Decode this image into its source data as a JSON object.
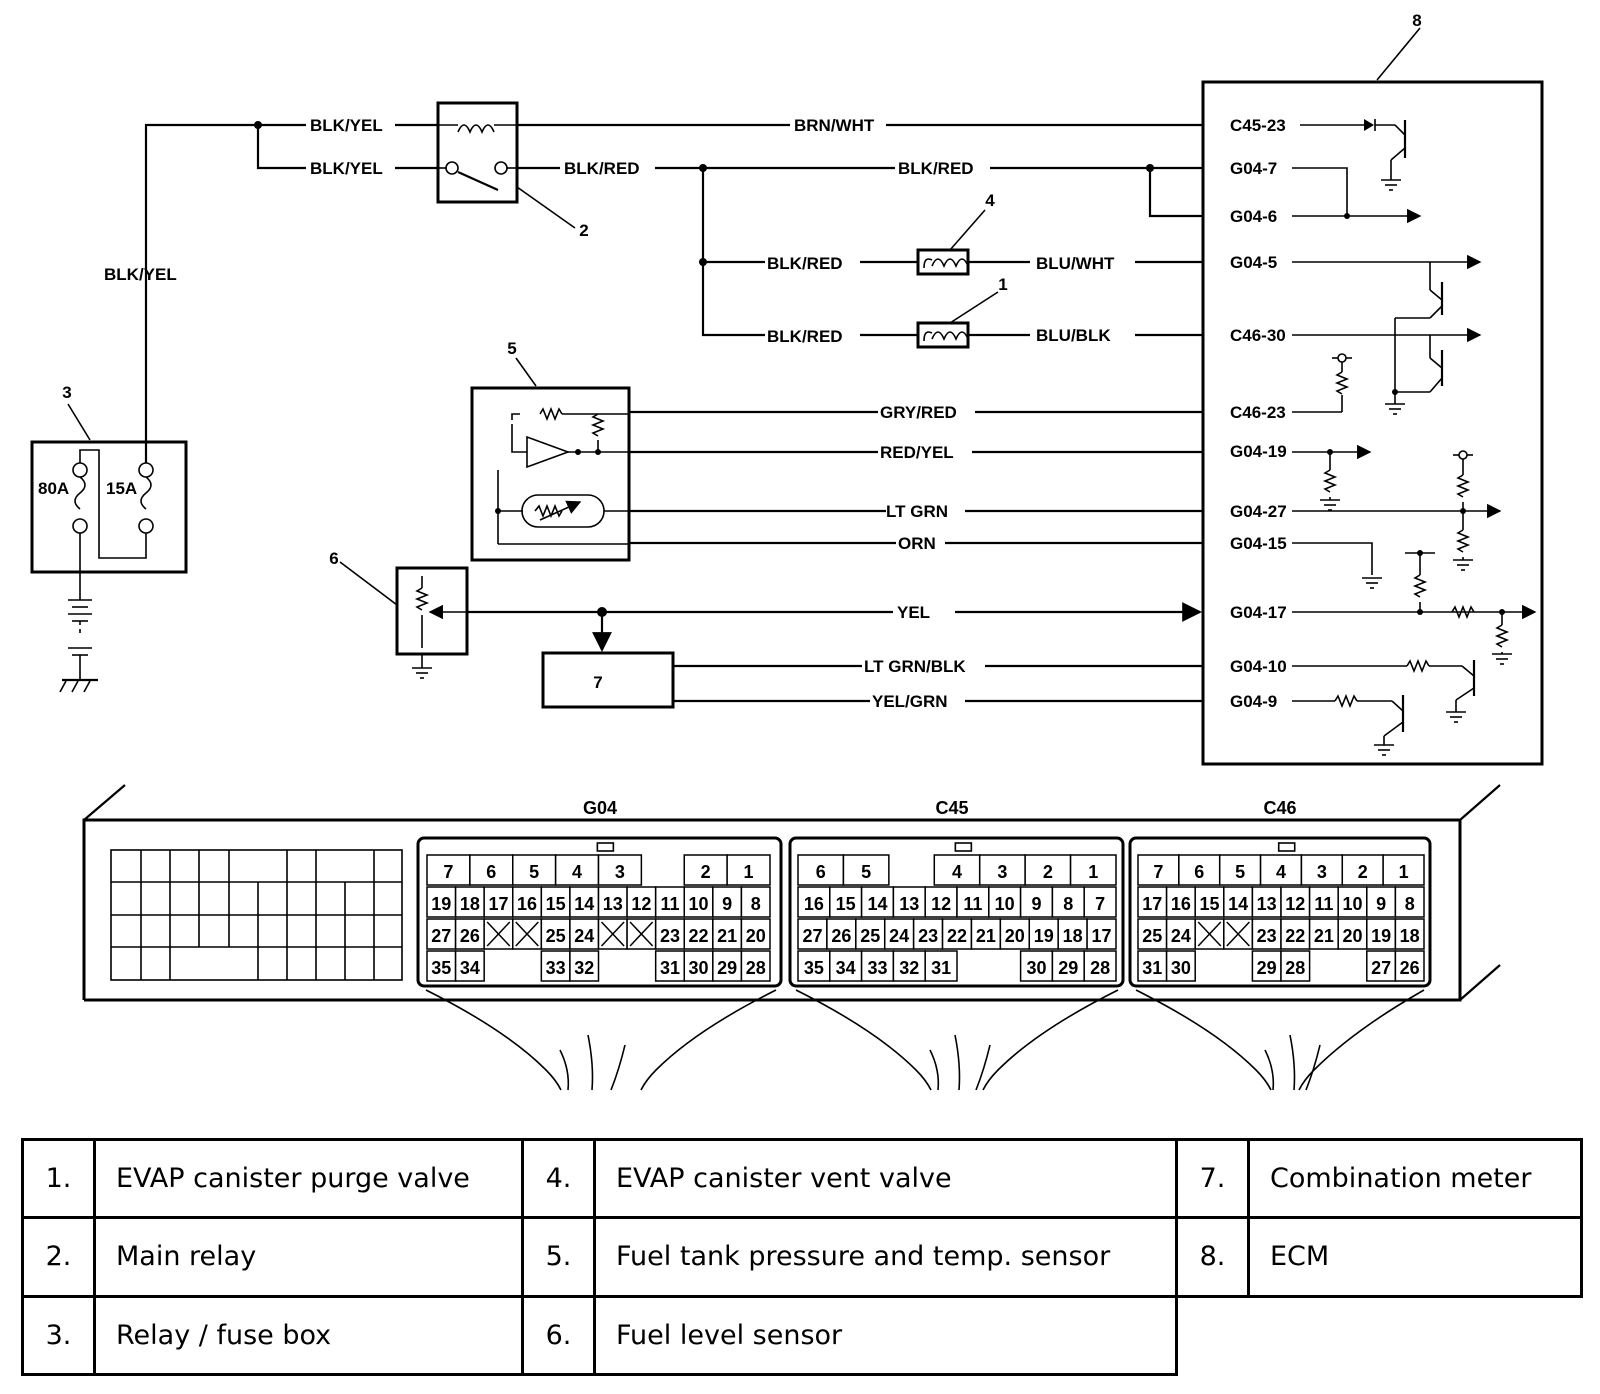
{
  "components": {
    "c1": "1",
    "c2": "2",
    "c3": "3",
    "c4": "4",
    "c5": "5",
    "c6": "6",
    "c7": "7",
    "c8": "8"
  },
  "fuses": {
    "f80": "80A",
    "f15": "15A"
  },
  "wires": {
    "blk_yel_top": "BLK/YEL",
    "blk_yel_mid": "BLK/YEL",
    "blk_yel_vert": "BLK/YEL",
    "brn_wht": "BRN/WHT",
    "blk_red_relay": "BLK/RED",
    "blk_red_main": "BLK/RED",
    "blk_red_vent": "BLK/RED",
    "blk_red_purge": "BLK/RED",
    "blu_wht": "BLU/WHT",
    "blu_blk": "BLU/BLK",
    "gry_red": "GRY/RED",
    "red_yel": "RED/YEL",
    "lt_grn": "LT GRN",
    "orn": "ORN",
    "yel": "YEL",
    "lt_grn_blk": "LT GRN/BLK",
    "yel_grn": "YEL/GRN"
  },
  "ecm_pins": [
    "C45-23",
    "G04-7",
    "G04-6",
    "G04-5",
    "C46-30",
    "C46-23",
    "G04-19",
    "G04-27",
    "G04-15",
    "G04-17",
    "G04-10",
    "G04-9"
  ],
  "connectors": {
    "g04": {
      "name": "G04",
      "row1": [
        "7",
        "6",
        "5",
        "4",
        "3",
        "",
        "2",
        "1"
      ],
      "row2": [
        "19",
        "18",
        "17",
        "16",
        "15",
        "14",
        "13",
        "12",
        "11",
        "10",
        "9",
        "8"
      ],
      "row3": [
        "27",
        "26",
        "X",
        "X",
        "25",
        "24",
        "X",
        "X",
        "23",
        "22",
        "21",
        "20"
      ],
      "row4": [
        "35",
        "34",
        "",
        "",
        "33",
        "32",
        "",
        "",
        "31",
        "30",
        "29",
        "28"
      ]
    },
    "c45": {
      "name": "C45",
      "row1": [
        "6",
        "5",
        "",
        "4",
        "3",
        "2",
        "1"
      ],
      "row2": [
        "16",
        "15",
        "14",
        "13",
        "12",
        "11",
        "10",
        "9",
        "8",
        "7"
      ],
      "row3": [
        "27",
        "26",
        "25",
        "24",
        "23",
        "22",
        "21",
        "20",
        "19",
        "18",
        "17"
      ],
      "row4": [
        "35",
        "34",
        "33",
        "32",
        "31",
        "",
        "",
        "30",
        "29",
        "28"
      ]
    },
    "c46": {
      "name": "C46",
      "row1": [
        "7",
        "6",
        "5",
        "4",
        "3",
        "2",
        "1"
      ],
      "row2": [
        "17",
        "16",
        "15",
        "14",
        "13",
        "12",
        "11",
        "10",
        "9",
        "8"
      ],
      "row3": [
        "25",
        "24",
        "X",
        "X",
        "23",
        "22",
        "21",
        "20",
        "19",
        "18"
      ],
      "row4": [
        "31",
        "30",
        "",
        "",
        "29",
        "28",
        "",
        "",
        "27",
        "26"
      ]
    }
  },
  "legend": [
    [
      {
        "n": "1.",
        "t": "EVAP canister purge valve"
      },
      {
        "n": "4.",
        "t": "EVAP canister vent valve"
      },
      {
        "n": "7.",
        "t": "Combination meter"
      }
    ],
    [
      {
        "n": "2.",
        "t": "Main relay"
      },
      {
        "n": "5.",
        "t": "Fuel tank pressure and temp. sensor"
      },
      {
        "n": "8.",
        "t": "ECM"
      }
    ],
    [
      {
        "n": "3.",
        "t": "Relay / fuse box"
      },
      {
        "n": "6.",
        "t": "Fuel level sensor"
      }
    ]
  ]
}
